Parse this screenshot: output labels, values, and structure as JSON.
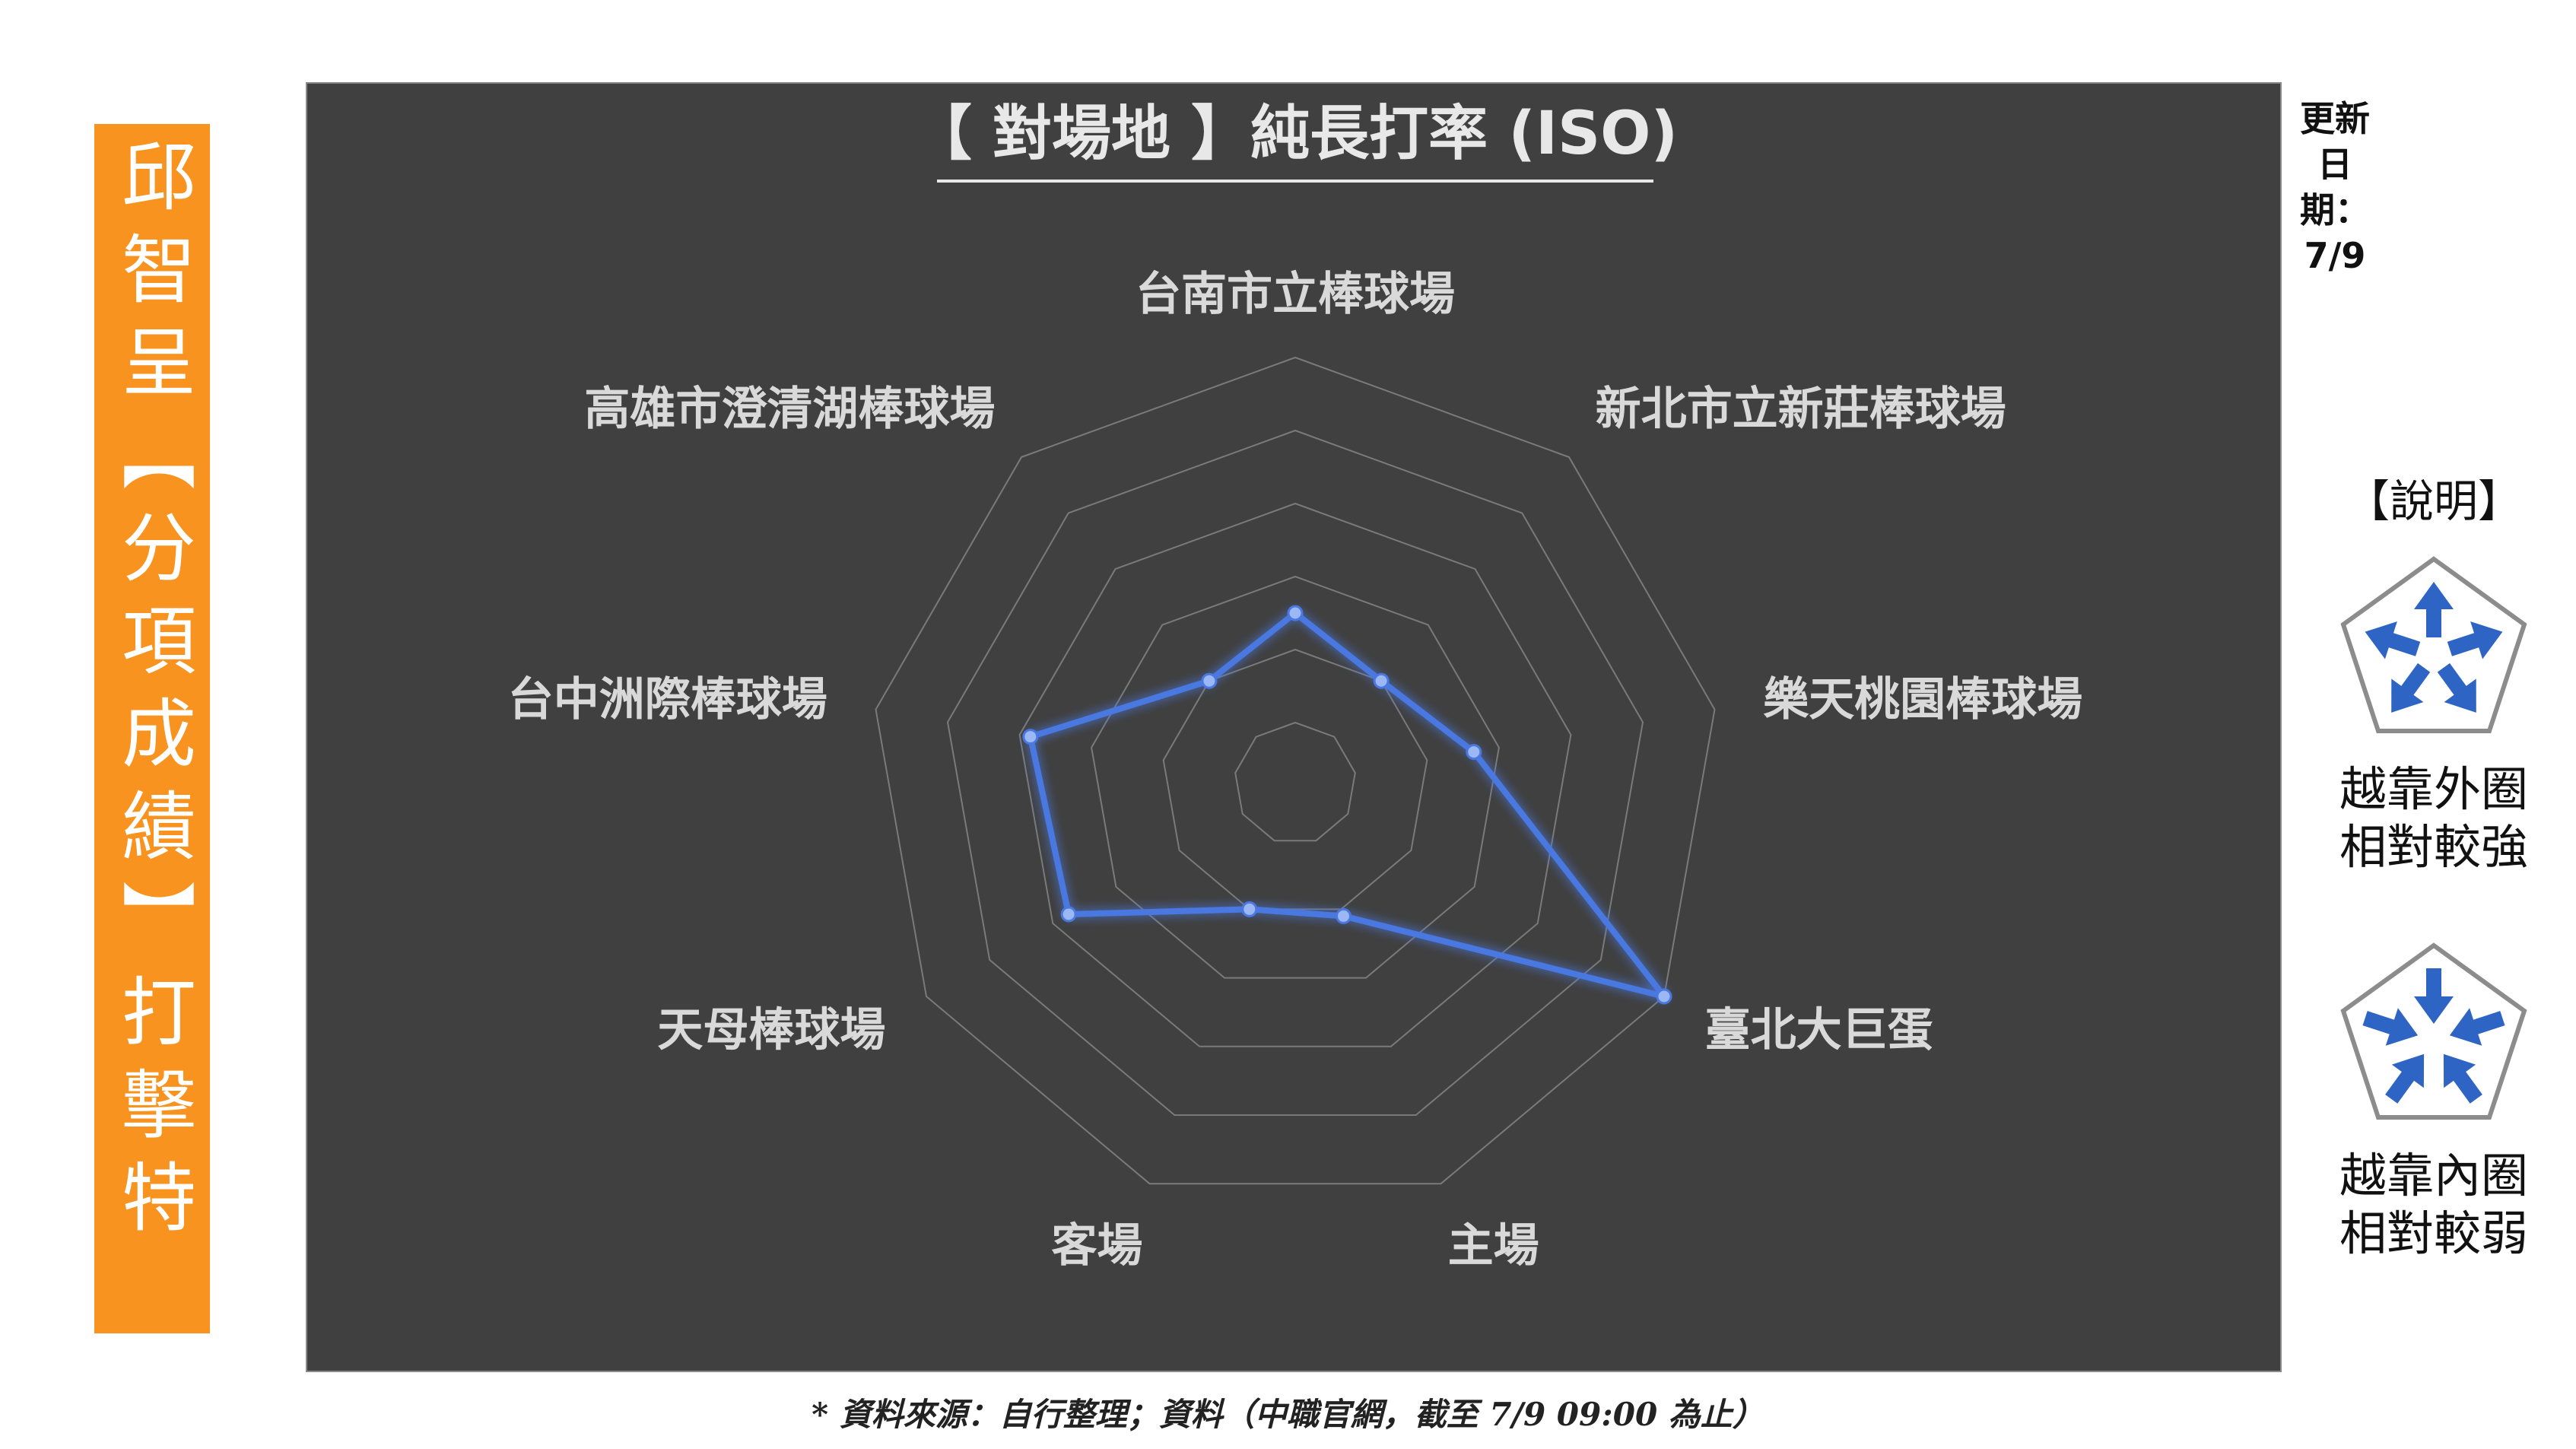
{
  "banner": {
    "text": "邱智呈【分項成績】打擊特徵",
    "color": "#f7931e"
  },
  "update": {
    "text": "更新日期：7/9"
  },
  "legend": {
    "title": "【說明】",
    "outer": {
      "line1": "越靠外圈",
      "line2": "相對較強"
    },
    "inner": {
      "line1": "越靠內圈",
      "line2": "相對較弱"
    },
    "arrow_color": "#2e64c4"
  },
  "source_note": "* 資料來源：自行整理；資料（中職官網，截至 7/9 09:00 為止）",
  "chart_data": {
    "type": "radar",
    "title": "【 對場地 】純長打率 (ISO)",
    "categories": [
      "台南市立棒球場",
      "新北市立新莊棒球場",
      "樂天桃園棒球場",
      "臺北大巨蛋",
      "主場",
      "客場",
      "天母棒球場",
      "台中洲際棒球場",
      "高雄市澄清湖棒球場"
    ],
    "series": [
      {
        "values": [
          0.3,
          0.2,
          0.33,
          1.0,
          0.22,
          0.2,
          0.55,
          0.57,
          0.2
        ],
        "color": "#4a78e0"
      }
    ],
    "range": [
      0,
      1
    ],
    "rings": 5,
    "grid": true,
    "background": "#404040"
  }
}
